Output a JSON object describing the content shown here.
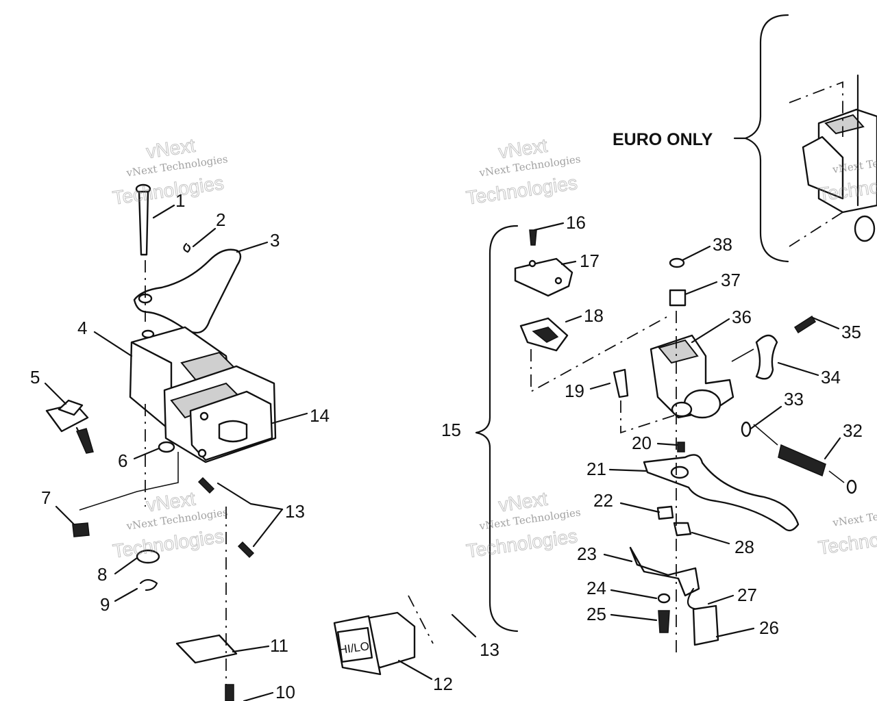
{
  "note": "EURO ONLY",
  "plate_label": "HI/LO",
  "watermark": {
    "line1": "vNext",
    "line2": "vNext Technologies",
    "line3": "Technologies"
  },
  "callouts": [
    "1",
    "2",
    "3",
    "4",
    "5",
    "6",
    "7",
    "8",
    "9",
    "10",
    "11",
    "12",
    "13",
    "13",
    "14",
    "15",
    "16",
    "17",
    "18",
    "19",
    "20",
    "21",
    "22",
    "23",
    "24",
    "25",
    "26",
    "27",
    "28",
    "32",
    "33",
    "34",
    "35",
    "36",
    "37",
    "38"
  ]
}
